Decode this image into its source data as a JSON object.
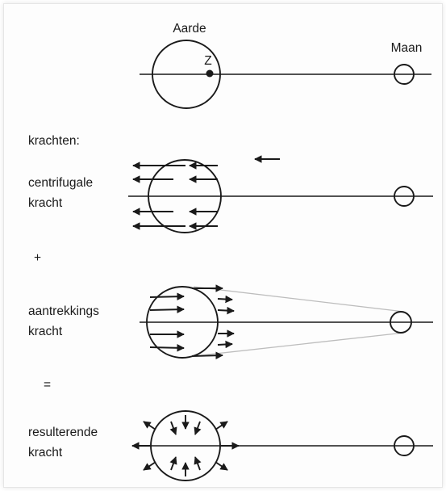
{
  "labels": {
    "earth": "Aarde",
    "moon": "Maan",
    "center": "Z",
    "forces": "krachten:",
    "centrifugal_1": "centrifugale",
    "centrifugal_2": "kracht",
    "plus": "+",
    "attraction_1": "aantrekkings",
    "attraction_2": "kracht",
    "equals": "=",
    "resultant_1": "resulterende",
    "resultant_2": "kracht"
  }
}
